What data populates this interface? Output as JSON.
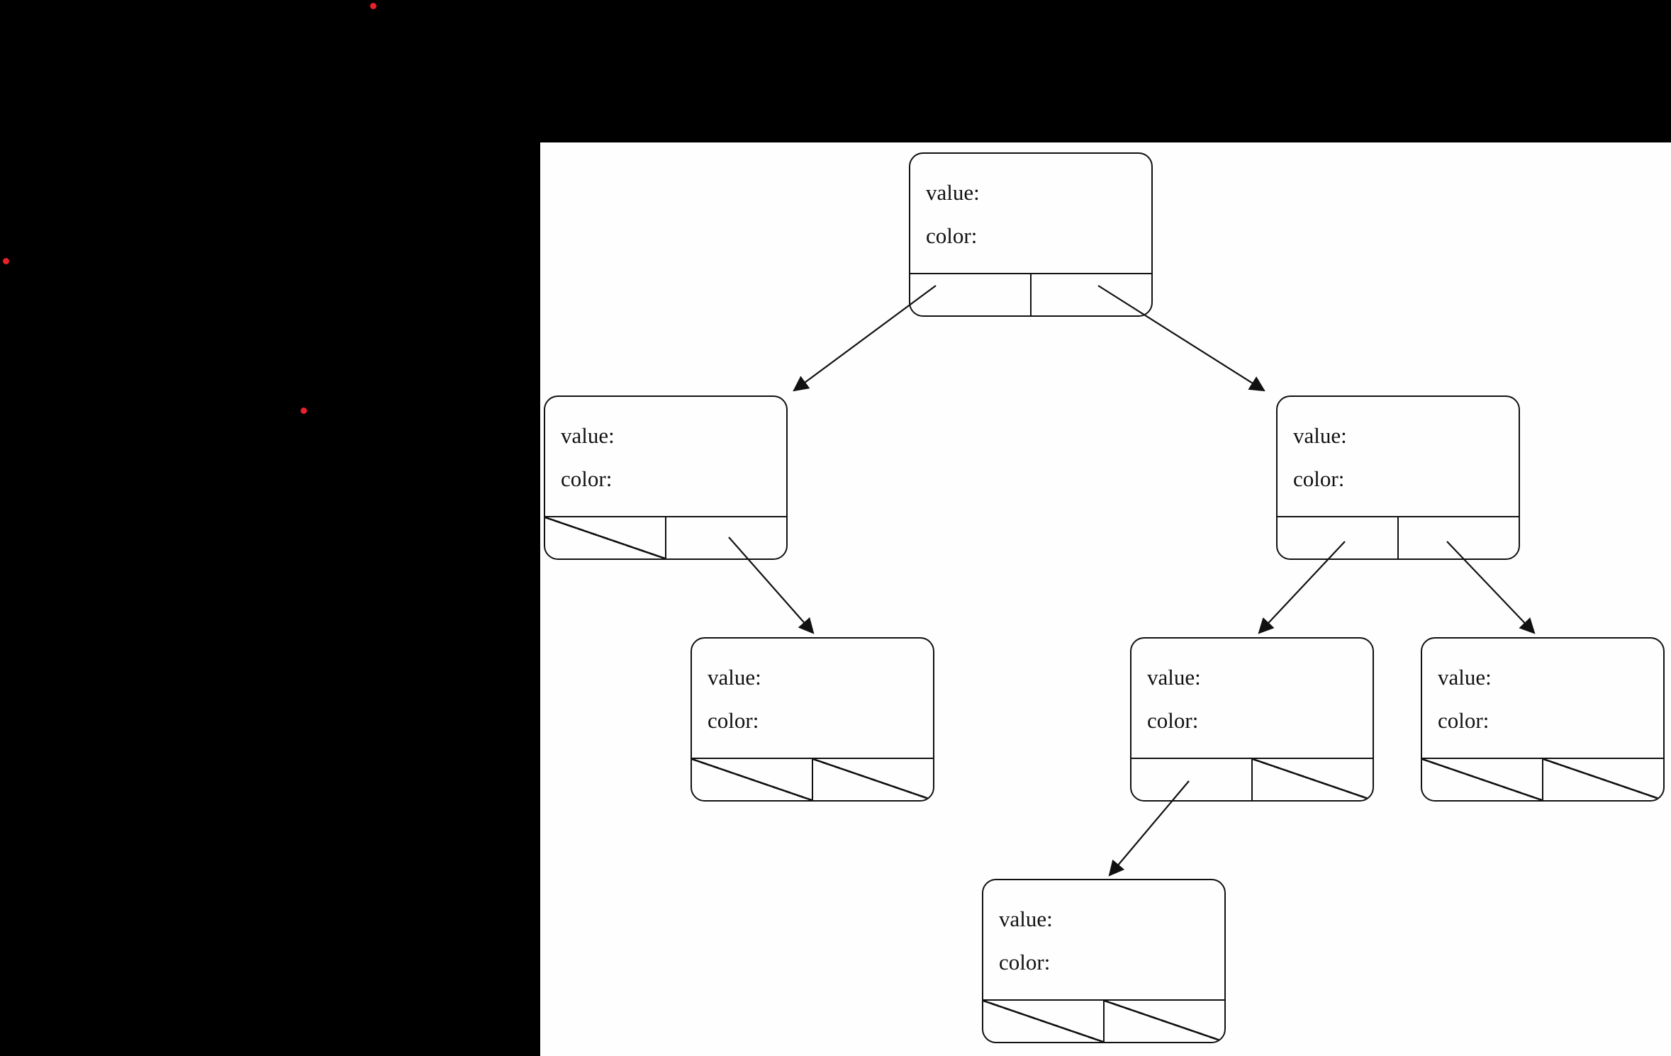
{
  "colors": {
    "window_bg": "#000000",
    "panel_bg": "#fefefe",
    "line": "#111111",
    "dot": "#e8212b"
  },
  "tree": {
    "nodes": [
      {
        "id": "root",
        "value_label": "value:",
        "color_label": "color:",
        "left_pointer": "child-arrow",
        "right_pointer": "child-arrow"
      },
      {
        "id": "left-child",
        "value_label": "value:",
        "color_label": "color:",
        "left_pointer": "null-slash",
        "right_pointer": "child-arrow"
      },
      {
        "id": "right-child",
        "value_label": "value:",
        "color_label": "color:",
        "left_pointer": "child-arrow",
        "right_pointer": "child-arrow"
      },
      {
        "id": "left-right-grandchild",
        "value_label": "value:",
        "color_label": "color:",
        "left_pointer": "null-slash",
        "right_pointer": "null-slash"
      },
      {
        "id": "right-left-grandchild",
        "value_label": "value:",
        "color_label": "color:",
        "left_pointer": "child-arrow",
        "right_pointer": "null-slash"
      },
      {
        "id": "right-right-grandchild",
        "value_label": "value:",
        "color_label": "color:",
        "left_pointer": "null-slash",
        "right_pointer": "null-slash"
      },
      {
        "id": "right-left-left-greatgrandchild",
        "value_label": "value:",
        "color_label": "color:",
        "left_pointer": "null-slash",
        "right_pointer": "null-slash"
      }
    ]
  }
}
